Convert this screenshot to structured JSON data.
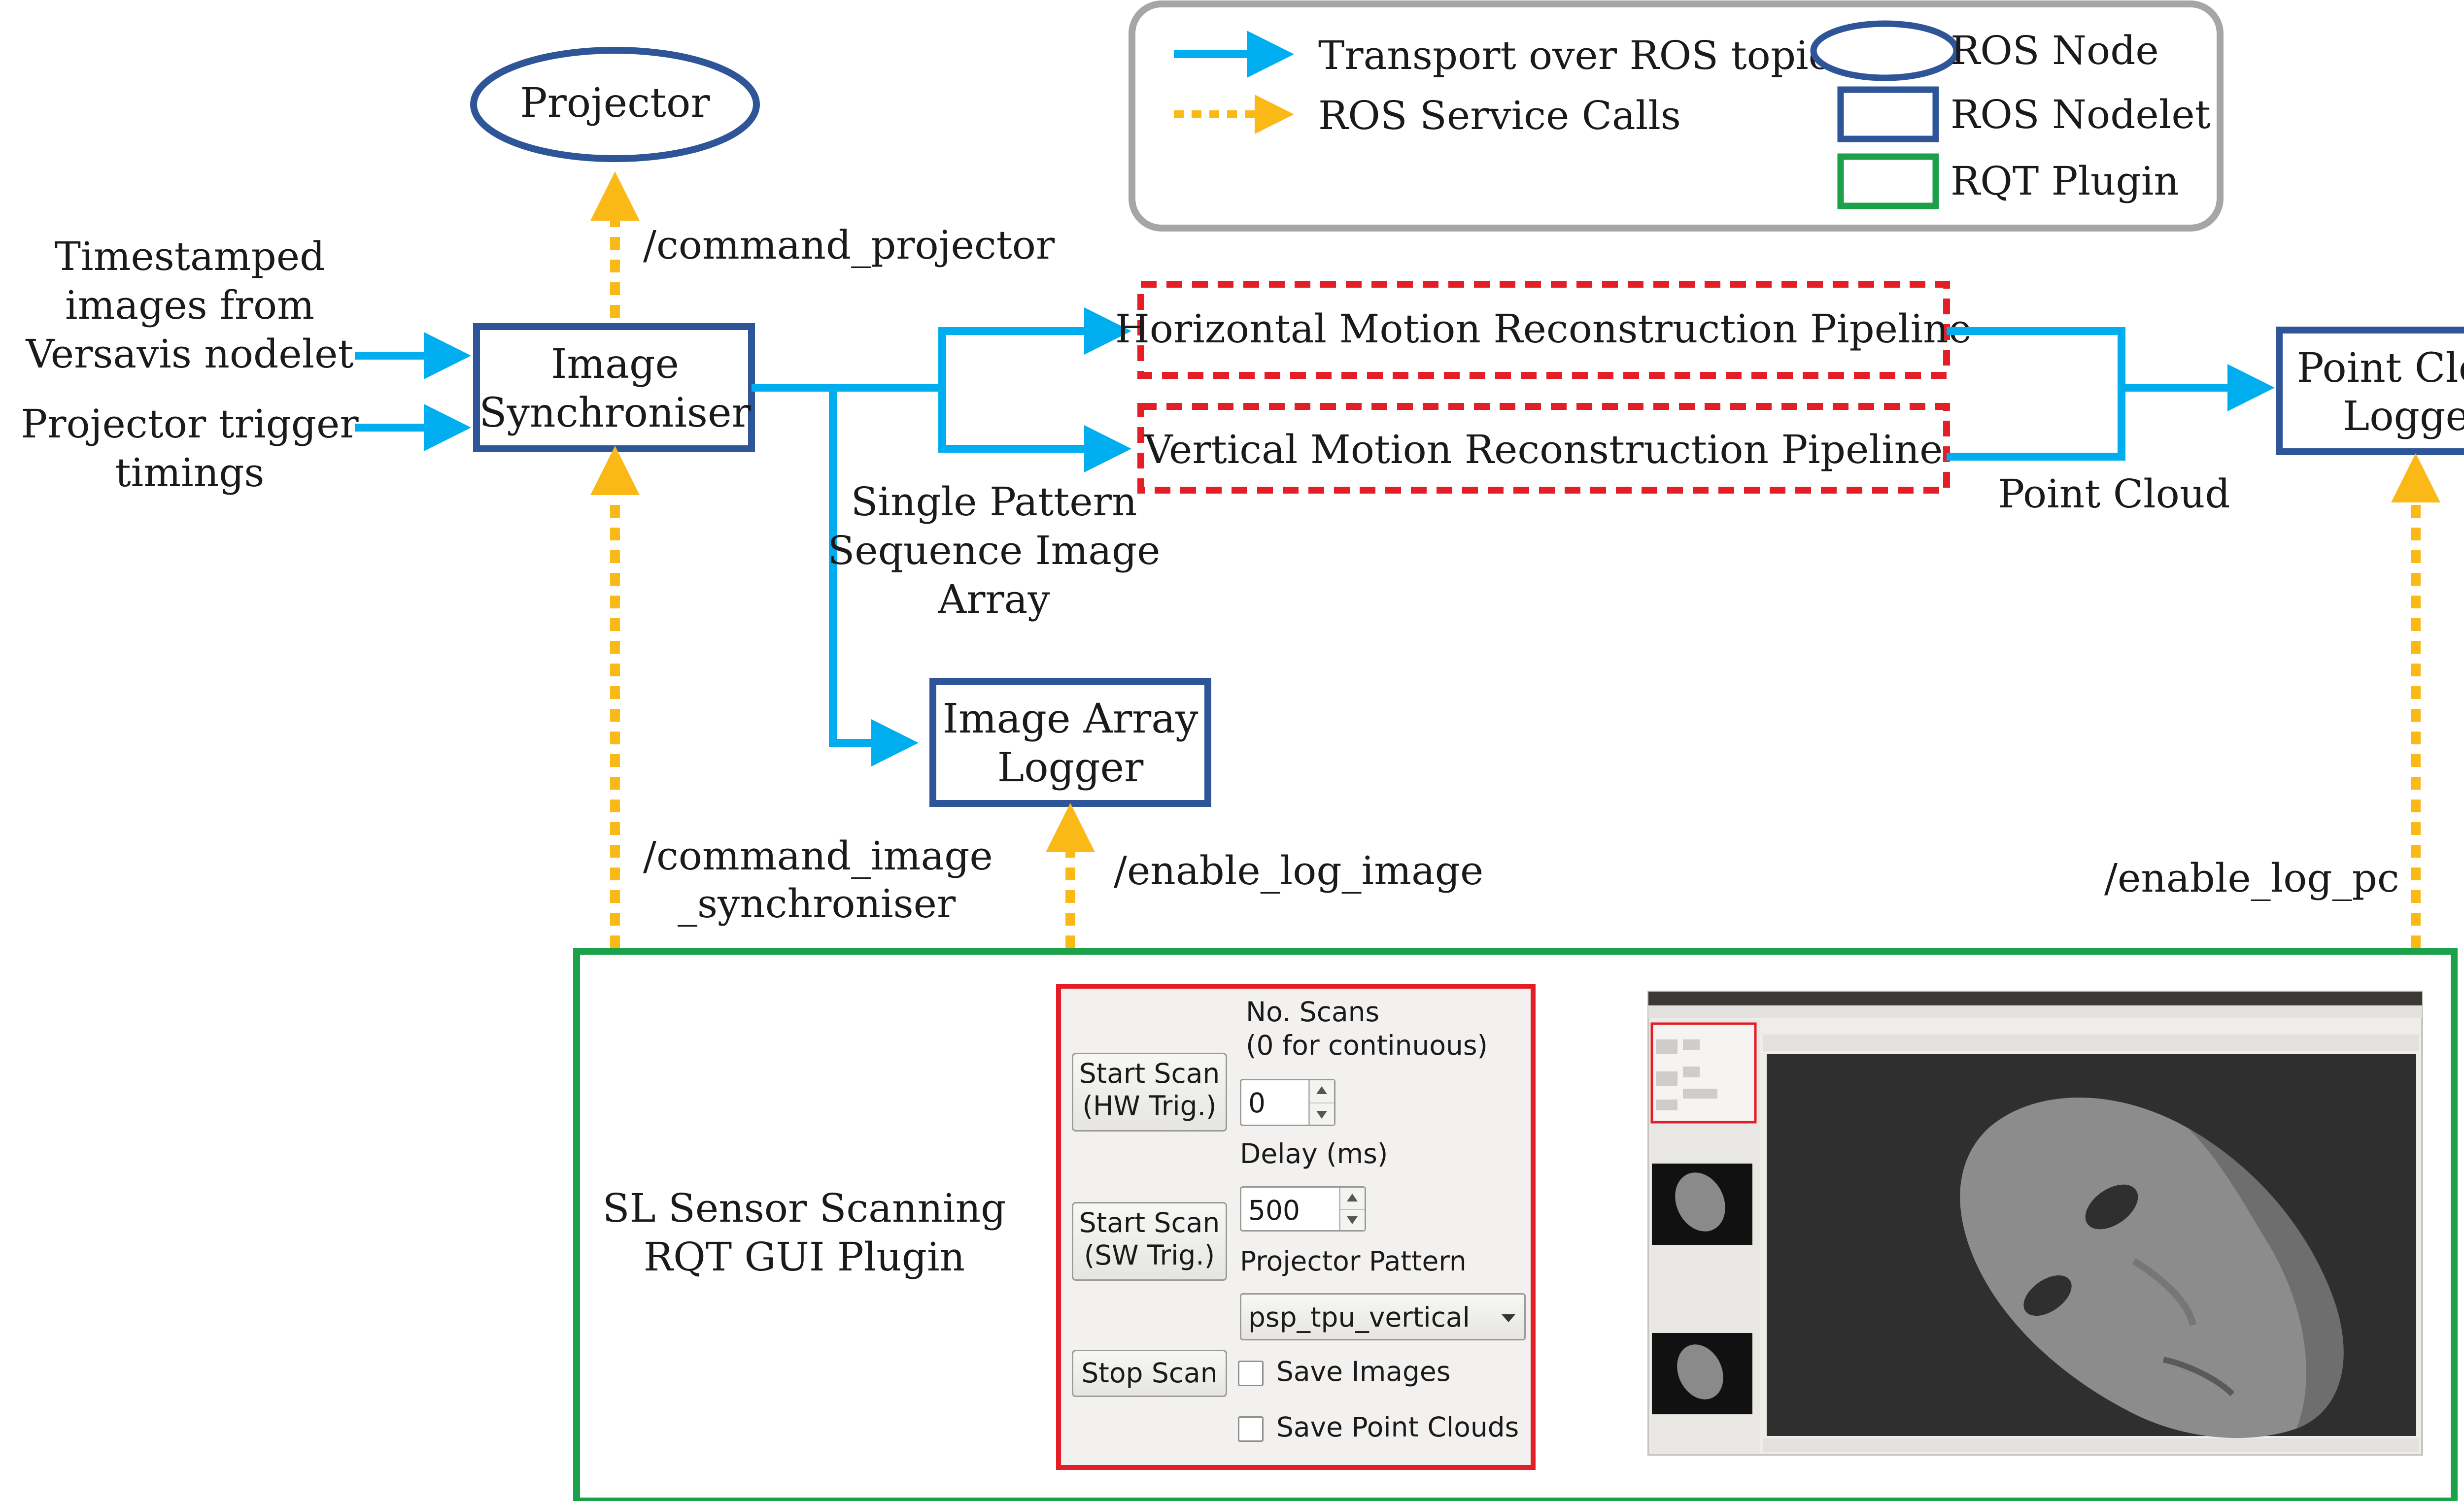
{
  "legend": {
    "topics_label": "Transport over ROS topics",
    "services_label": "ROS Service Calls",
    "node_label": "ROS Node",
    "nodelet_label": "ROS Nodelet",
    "plugin_label": "RQT Plugin"
  },
  "nodes": {
    "projector": "Projector",
    "image_synchroniser": [
      "Image",
      "Synchroniser"
    ],
    "horizontal_pipeline": "Horizontal Motion Reconstruction Pipeline",
    "vertical_pipeline": "Vertical Motion Reconstruction Pipeline",
    "point_cloud_logger": [
      "Point Cloud",
      "Logger"
    ],
    "image_array_logger": [
      "Image Array",
      "Logger"
    ]
  },
  "inputs": {
    "timestamped_images": [
      "Timestamped",
      "images from",
      "Versavis nodelet"
    ],
    "projector_trigger": [
      "Projector trigger",
      "timings"
    ]
  },
  "edge_labels": {
    "command_projector": "/command_projector",
    "single_pattern": [
      "Single Pattern",
      "Sequence Image",
      "Array"
    ],
    "point_cloud": "Point Cloud",
    "command_image_synchroniser": [
      "/command_image",
      "_synchroniser"
    ],
    "enable_log_image": "/enable_log_image",
    "enable_log_pc": "/enable_log_pc"
  },
  "plugin": {
    "title": [
      "SL Sensor Scanning",
      "RQT GUI Plugin"
    ],
    "gui": {
      "start_scan_hw": [
        "Start Scan",
        "(HW Trig.)"
      ],
      "start_scan_sw": [
        "Start Scan",
        "(SW Trig.)"
      ],
      "stop_scan": "Stop Scan",
      "no_scans_label": [
        "No. Scans",
        "(0 for continuous)"
      ],
      "no_scans_value": "0",
      "delay_label": "Delay (ms)",
      "delay_value": "500",
      "projector_pattern_label": "Projector Pattern",
      "projector_pattern_value": "psp_tpu_vertical",
      "save_images": "Save Images",
      "save_point_clouds": "Save Point Clouds"
    }
  },
  "colors": {
    "topic_arrow": "#00aeef",
    "service_arrow": "#fbb917",
    "node_border": "#2e5597",
    "pipeline_border": "#e41e26",
    "plugin_border": "#1aa14a",
    "legend_border": "#a6a6a6"
  }
}
